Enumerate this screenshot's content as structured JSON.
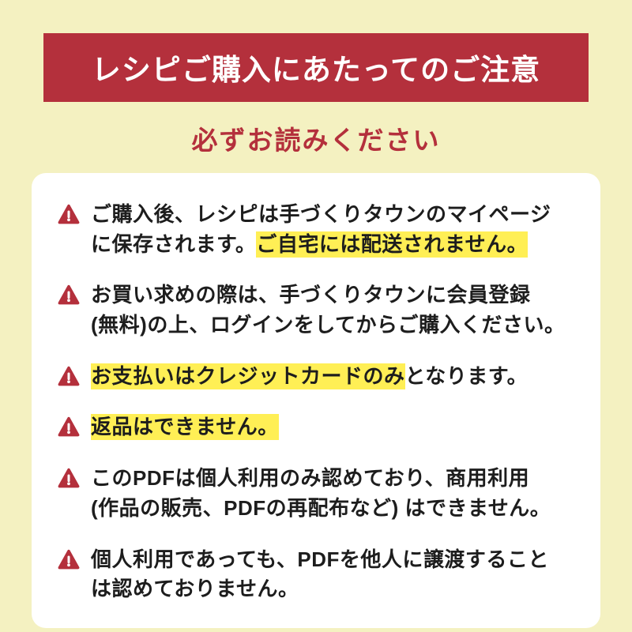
{
  "colors": {
    "background": "#f4f1c1",
    "banner_red": "#b4303c",
    "highlight_yellow": "#ffef55",
    "card_white": "#ffffff",
    "text_black": "#1d1d1d"
  },
  "banner": {
    "title": "レシピご購入にあたってのご注意"
  },
  "subtitle": "必ずお読みください",
  "icon": {
    "name": "warning-triangle-icon"
  },
  "notices": [
    {
      "segments": [
        {
          "text": "ご購入後、レシピは手づくりタウンのマイページ"
        },
        {
          "break": true
        },
        {
          "text": "に保存されます。"
        },
        {
          "text": "ご自宅には配送されません。",
          "highlight": true
        }
      ]
    },
    {
      "segments": [
        {
          "text": "お買い求めの際は、手づくりタウンに会員登録"
        },
        {
          "break": true
        },
        {
          "text": "(無料)の上、ログインをしてからご購入ください。"
        }
      ]
    },
    {
      "segments": [
        {
          "text": "お支払いはクレジットカードのみ",
          "highlight": true
        },
        {
          "text": "となります。"
        }
      ]
    },
    {
      "segments": [
        {
          "text": "返品はできません。",
          "highlight": true
        }
      ]
    },
    {
      "segments": [
        {
          "text": "このPDFは個人利用のみ認めており、商用利用"
        },
        {
          "break": true
        },
        {
          "text": "(作品の販売、PDFの再配布など) はできません。"
        }
      ]
    },
    {
      "segments": [
        {
          "text": "個人利用であっても、PDFを他人に譲渡すること"
        },
        {
          "break": true
        },
        {
          "text": "は認めておりません。"
        }
      ]
    }
  ]
}
